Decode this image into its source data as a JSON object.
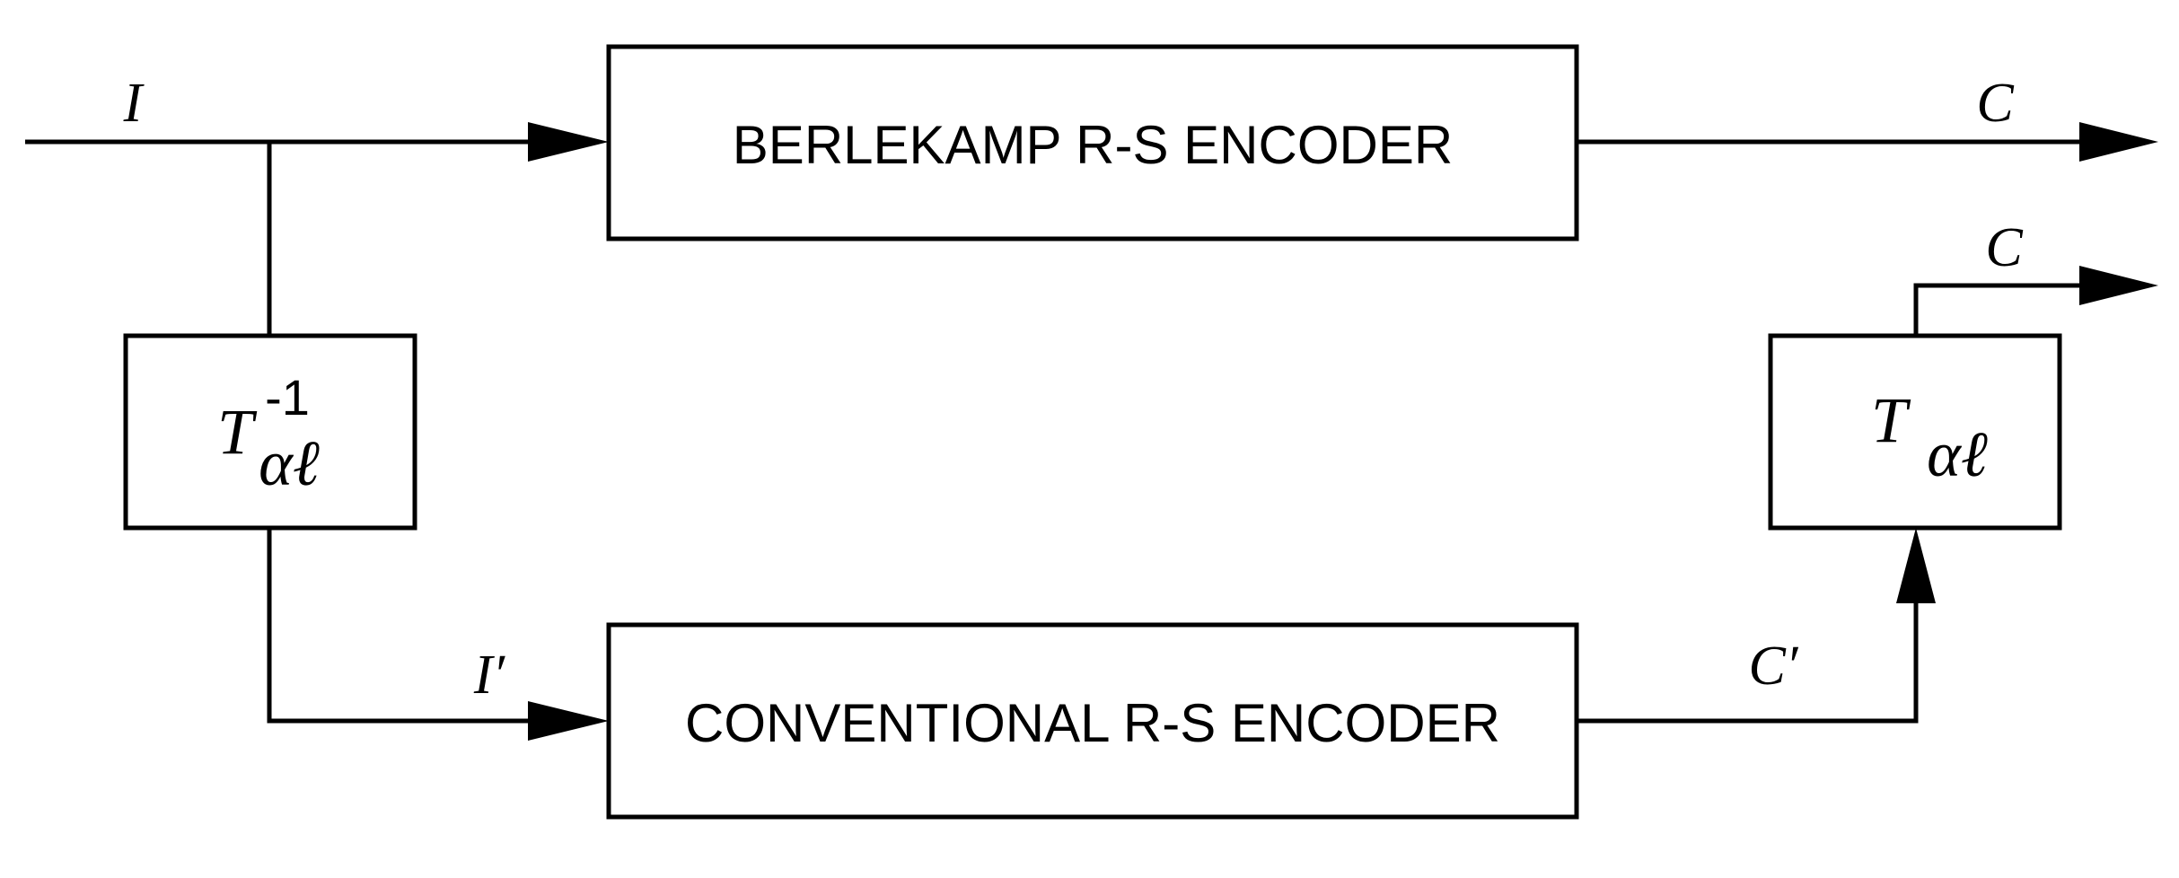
{
  "blocks": {
    "berlekamp": {
      "label": "BERLEKAMP R-S ENCODER"
    },
    "conventional": {
      "label": "CONVENTIONAL R-S ENCODER"
    },
    "inverse_transform": {
      "base": "T",
      "exponent": "-1",
      "subscript": "αℓ"
    },
    "transform": {
      "base": "T",
      "subscript": "αℓ"
    }
  },
  "signals": {
    "input": "I",
    "input_transformed": "I′",
    "output_top": "C",
    "output_bottom": "C",
    "conventional_output": "C′"
  }
}
